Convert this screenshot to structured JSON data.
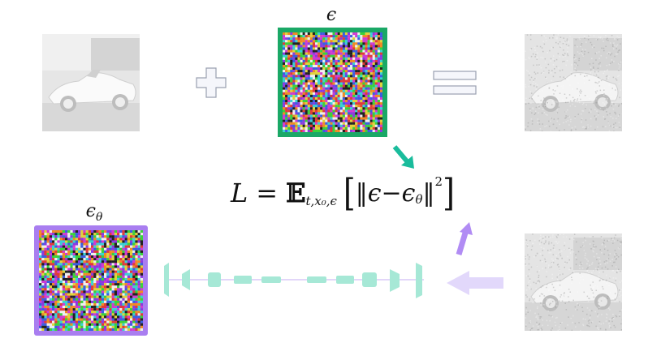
{
  "labels": {
    "epsilon": "ϵ",
    "epsilon_theta": "ϵ",
    "epsilon_theta_sub": "θ"
  },
  "formula": {
    "lhs": "L",
    "equals": "=",
    "expectation": "𝔼",
    "subscript": "t,x₀,ϵ",
    "open_bracket": "[",
    "norm_open": "‖",
    "epsilon": "ϵ",
    "minus": " − ",
    "epsilon_theta": "ϵ",
    "theta": "θ",
    "norm_close": "‖",
    "power": "2",
    "close_bracket": "]"
  },
  "colors": {
    "noise_frame": "#1aa866",
    "pred_frame": "#a97ef0",
    "arrow_green": "#1abc9c",
    "arrow_purple": "#b18cf4",
    "arrow_purple_light": "#e2d8fb",
    "unet": "#a6e8d6"
  },
  "icons": {
    "plus": "plus-icon",
    "equals": "equals-icon"
  }
}
